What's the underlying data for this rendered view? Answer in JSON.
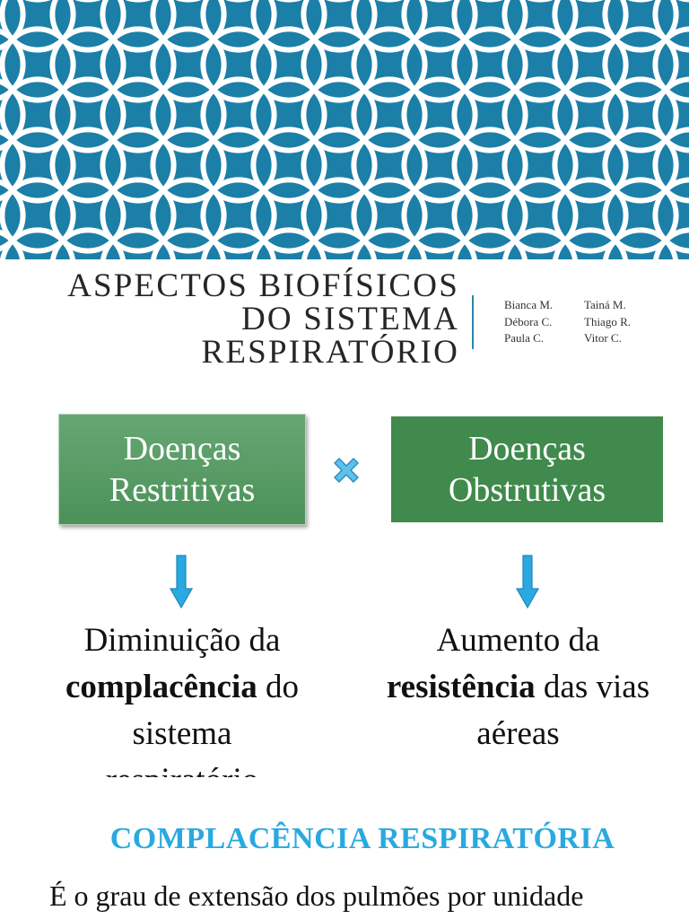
{
  "banner": {
    "pattern_color": "#1b7fa7",
    "line_color": "#ffffff"
  },
  "title": {
    "lines": [
      "Aspectos Biofísicos",
      "do Sistema",
      "Respiratório"
    ]
  },
  "authors": {
    "col1": [
      "Bianca M.",
      "Débora C.",
      "Paula C."
    ],
    "col2": [
      "Tainá M.",
      "Thiago R.",
      "Vitor C."
    ]
  },
  "boxes": {
    "left": {
      "line1": "Doenças",
      "line2": "Restritivas"
    },
    "right": {
      "line1": "Doenças",
      "line2": "Obstrutivas"
    }
  },
  "icons": {
    "versus": "x-mark-icon",
    "arrow": "arrow-down-icon",
    "accent_color": "#29a9df"
  },
  "left_desc": {
    "line1": "Diminuição da",
    "bold": "complacência",
    "rest": " do",
    "line3": "sistema",
    "line4": "respiratório"
  },
  "right_desc": {
    "line1": "Aumento da",
    "bold": "resistência",
    "rest": " das vias",
    "line3": "aéreas"
  },
  "section": {
    "heading": "COMPLACÊNCIA RESPIRATÓRIA",
    "text": "É o grau de extensão dos pulmões por unidade"
  }
}
